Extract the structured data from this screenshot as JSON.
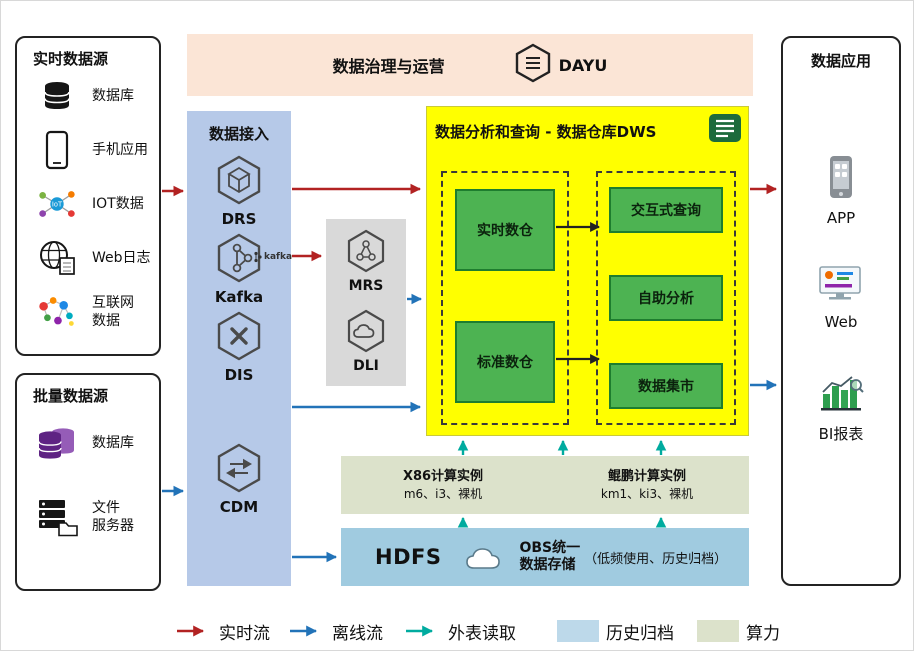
{
  "colors": {
    "realtime_flow": "#b22222",
    "offline_flow": "#2273b8",
    "external_read": "#00ab9f",
    "history_archive": "#bdd9ea",
    "compute_power": "#dce2cb",
    "dws_background": "#ffff00",
    "green_module": "#4db352",
    "ingestion_background": "#b6c9e8",
    "governance_background": "#fbe5d6",
    "middleware_background": "#d9d9d9",
    "storage_background": "#a0cbe0"
  },
  "realtime_sources": {
    "title": "实时数据源",
    "items": [
      {
        "label": "数据库",
        "icon": "database-icon"
      },
      {
        "label": "手机应用",
        "icon": "mobile-phone-icon"
      },
      {
        "label": "IOT数据",
        "icon": "iot-icon"
      },
      {
        "label": "Web日志",
        "icon": "web-log-icon"
      },
      {
        "label": "互联网\n数据",
        "icon": "internet-data-icon"
      }
    ]
  },
  "batch_sources": {
    "title": "批量数据源",
    "items": [
      {
        "label": "数据库",
        "icon": "purple-database-icon"
      },
      {
        "label": "文件\n服务器",
        "icon": "file-server-icon"
      }
    ]
  },
  "governance": {
    "title": "数据治理与运营",
    "product": "DAYU"
  },
  "ingestion": {
    "title": "数据接入",
    "services": [
      {
        "label": "DRS"
      },
      {
        "label": "Kafka",
        "badge": "kafka"
      },
      {
        "label": "DIS"
      },
      {
        "label": "CDM"
      }
    ]
  },
  "middleware": {
    "services": [
      {
        "label": "MRS"
      },
      {
        "label": "DLI"
      }
    ]
  },
  "dws": {
    "title": "数据分析和查询 - 数据仓库DWS",
    "warehouses": [
      "实时数仓",
      "标准数仓"
    ],
    "services": [
      "交互式查询",
      "自助分析",
      "数据集市"
    ]
  },
  "compute": {
    "x86": {
      "title": "X86计算实例",
      "models": "m6、i3、裸机"
    },
    "kunpeng": {
      "title": "鲲鹏计算实例",
      "models": "km1、ki3、裸机"
    }
  },
  "storage": {
    "hdfs": "HDFS",
    "obs": "OBS统一\n数据存储",
    "note": "（低频使用、历史归档）"
  },
  "applications": {
    "title": "数据应用",
    "items": [
      {
        "label": "APP",
        "icon": "app-icon"
      },
      {
        "label": "Web",
        "icon": "web-icon"
      },
      {
        "label": "BI报表",
        "icon": "bi-report-icon"
      }
    ]
  },
  "legend": {
    "realtime": "实时流",
    "offline": "离线流",
    "external": "外表读取",
    "archive": "历史归档",
    "compute": "算力"
  }
}
